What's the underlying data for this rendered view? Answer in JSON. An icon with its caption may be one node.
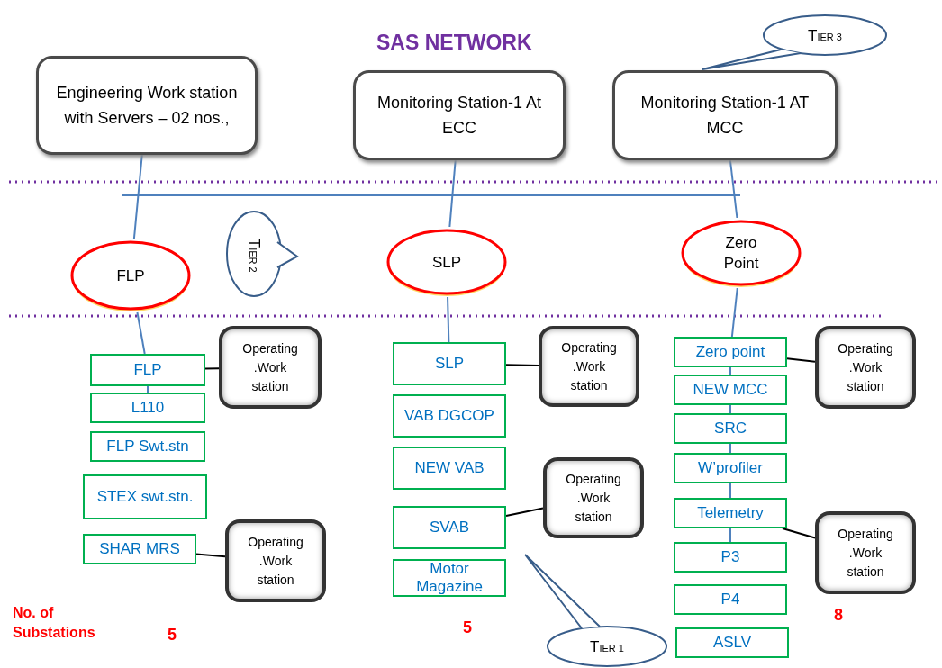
{
  "diagram": {
    "title": "SAS NETWORK",
    "nodes": [
      {
        "text": [
          "Engineering Work station with Servers – 02 nos.,"
        ]
      },
      {
        "text": [
          "Monitoring Station-1 At ECC"
        ]
      },
      {
        "text": [
          "Monitoring Station-1 AT MCC"
        ]
      },
      {
        "text": [
          "TIER 3"
        ]
      },
      {
        "text": [
          "FLP"
        ]
      },
      {
        "text": [
          "TIER 2"
        ]
      },
      {
        "text": [
          "SLP"
        ]
      },
      {
        "text": [
          "Zero Point"
        ]
      },
      {
        "text": [
          "FLP"
        ]
      },
      {
        "text": [
          "Operating .Work station"
        ]
      },
      {
        "text": [
          "L110"
        ]
      },
      {
        "text": [
          "FLP Swt.stn"
        ]
      },
      {
        "text": [
          "STEX swt.stn."
        ]
      },
      {
        "text": [
          "SHAR MRS"
        ]
      },
      {
        "text": [
          "Operating .Work station"
        ]
      },
      {
        "text": [
          "SLP"
        ]
      },
      {
        "text": [
          "Operating .Work station"
        ]
      },
      {
        "text": [
          "VAB DGCOP"
        ]
      },
      {
        "text": [
          "NEW VAB"
        ]
      },
      {
        "text": [
          "SVAB"
        ]
      },
      {
        "text": [
          "Operating .Work station"
        ]
      },
      {
        "text": [
          "Motor Magazine"
        ]
      },
      {
        "text": [
          "Zero point"
        ]
      },
      {
        "text": [
          "Operating .Work station"
        ]
      },
      {
        "text": [
          "NEW MCC"
        ]
      },
      {
        "text": [
          "SRC"
        ]
      },
      {
        "text": [
          "W’profiler"
        ]
      },
      {
        "text": [
          "Telemetry"
        ]
      },
      {
        "text": [
          "Operating .Work station"
        ]
      },
      {
        "text": [
          "P3"
        ]
      },
      {
        "text": [
          "P4"
        ]
      },
      {
        "text": [
          "ASLV"
        ]
      },
      {
        "text": [
          "TIER 1"
        ]
      }
    ],
    "edges": [
      {
        "from": 0,
        "to": 4,
        "arrow": "none"
      },
      {
        "from": 1,
        "to": 6,
        "arrow": "none"
      },
      {
        "from": 2,
        "to": 7,
        "arrow": "none"
      },
      {
        "from": 4,
        "to": 8,
        "arrow": "none"
      },
      {
        "from": 6,
        "to": 15,
        "arrow": "none"
      },
      {
        "from": 7,
        "to": 22,
        "arrow": "none"
      },
      {
        "from": 8,
        "to": 10,
        "arrow": "none"
      },
      {
        "from": 22,
        "to": 24,
        "arrow": "none"
      },
      {
        "from": 24,
        "to": 25,
        "arrow": "none"
      },
      {
        "from": 25,
        "to": 26,
        "arrow": "none"
      },
      {
        "from": 26,
        "to": 27,
        "arrow": "none"
      },
      {
        "from": 27,
        "to": 29,
        "arrow": "none"
      },
      {
        "from": 8,
        "to": 9,
        "arrow": "none",
        "color": "#000000"
      },
      {
        "from": 13,
        "to": 14,
        "arrow": "none",
        "color": "#000000"
      },
      {
        "from": 15,
        "to": 16,
        "arrow": "none",
        "color": "#000000"
      },
      {
        "from": 19,
        "to": 20,
        "arrow": "none",
        "color": "#000000"
      },
      {
        "from": 22,
        "to": 23,
        "arrow": "none",
        "color": "#000000"
      },
      {
        "from": 27,
        "to": 28,
        "arrow": "none",
        "color": "#000000"
      }
    ],
    "labels": [
      "No. of Substations",
      "5",
      "5",
      "8"
    ]
  }
}
